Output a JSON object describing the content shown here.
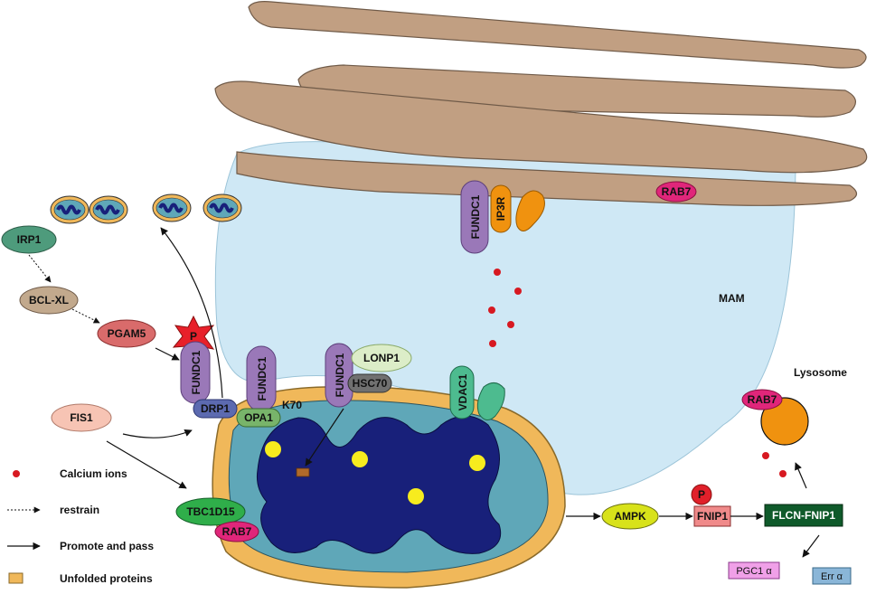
{
  "labels": {
    "mam": "MAM",
    "lysosome": "Lysosome",
    "k70": "K70",
    "phospho": "P"
  },
  "proteins": {
    "irp1": "IRP1",
    "bclxl": "BCL-XL",
    "pgam5": "PGAM5",
    "fundc1": "FUNDC1",
    "drp1": "DRP1",
    "opa1": "OPA1",
    "lonp1": "LONP1",
    "hsc70": "HSC70",
    "ip3r": "IP3R",
    "vdac1": "VDAC1",
    "rab7": "RAB7",
    "fis1": "FIS1",
    "tbc1d15": "TBC1D15",
    "ampk": "AMPK",
    "fnip1": "FNIP1",
    "flcn_fnip1": "FLCN-FNIP1",
    "pgc1a": "PGC1 α",
    "erra": "Err α"
  },
  "legend": {
    "calcium": "Calcium ions",
    "restrain": "restrain",
    "promote": "Promote and pass",
    "unfolded": "Unfolded proteins"
  },
  "colors": {
    "er": "#c19f82",
    "mam": "#cfe8f5",
    "mito_outer": "#f0b85a",
    "mito_matrix": "#5fa7b8",
    "cristae": "#18207a",
    "fundc1": "#9a78b8",
    "rab7": "#e0267a",
    "lysosome": "#f0920f",
    "calcium": "#d71921",
    "flcn_fnip1": "#0f5a2a",
    "ampk": "#d8e21a"
  }
}
